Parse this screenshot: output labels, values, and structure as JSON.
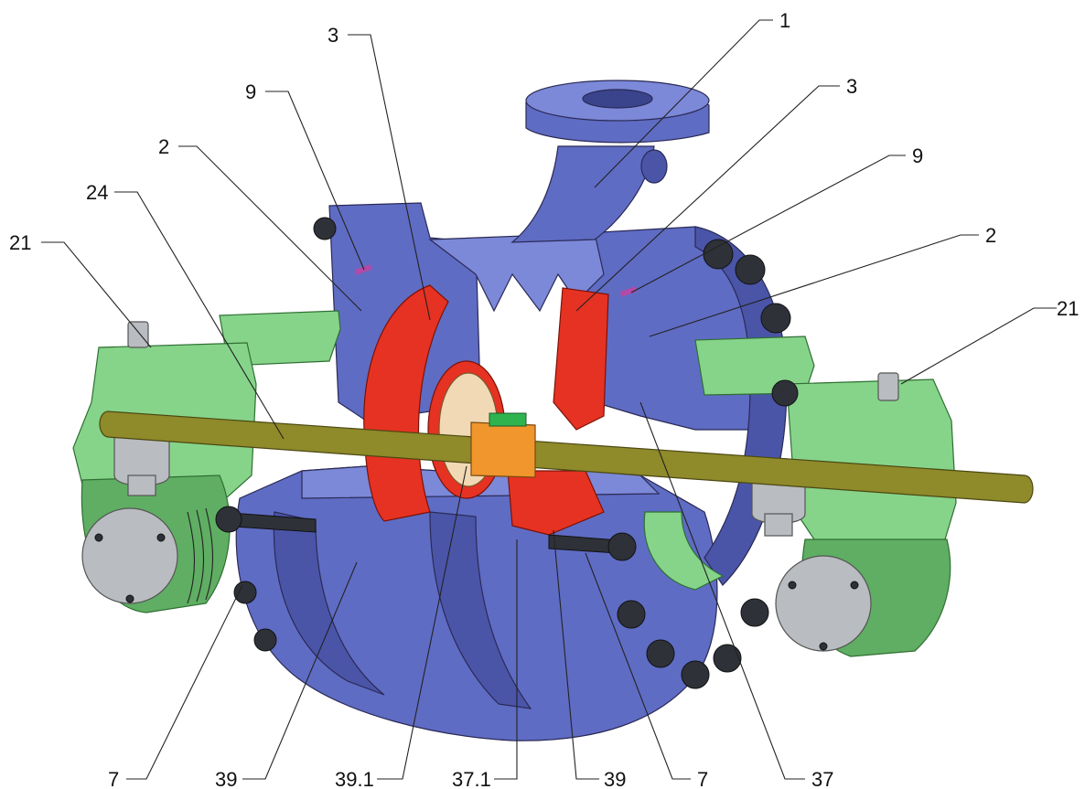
{
  "callouts": [
    {
      "id": "c1",
      "text": "1"
    },
    {
      "id": "c3a",
      "text": "3"
    },
    {
      "id": "c3b",
      "text": "3"
    },
    {
      "id": "c9a",
      "text": "9"
    },
    {
      "id": "c9b",
      "text": "9"
    },
    {
      "id": "c2a",
      "text": "2"
    },
    {
      "id": "c2b",
      "text": "2"
    },
    {
      "id": "c24",
      "text": "24"
    },
    {
      "id": "c21a",
      "text": "21"
    },
    {
      "id": "c21b",
      "text": "21"
    },
    {
      "id": "c7a",
      "text": "7"
    },
    {
      "id": "c39a",
      "text": "39"
    },
    {
      "id": "c391",
      "text": "39.1"
    },
    {
      "id": "c371",
      "text": "37.1"
    },
    {
      "id": "c39b",
      "text": "39"
    },
    {
      "id": "c7b",
      "text": "7"
    },
    {
      "id": "c37",
      "text": "37"
    }
  ],
  "colors": {
    "casing": "#5f6cc4",
    "bearing_housing": "#86d48a",
    "impeller": "#e63222",
    "shaft": "#8f8a2a",
    "bolts": "#2e3238"
  }
}
